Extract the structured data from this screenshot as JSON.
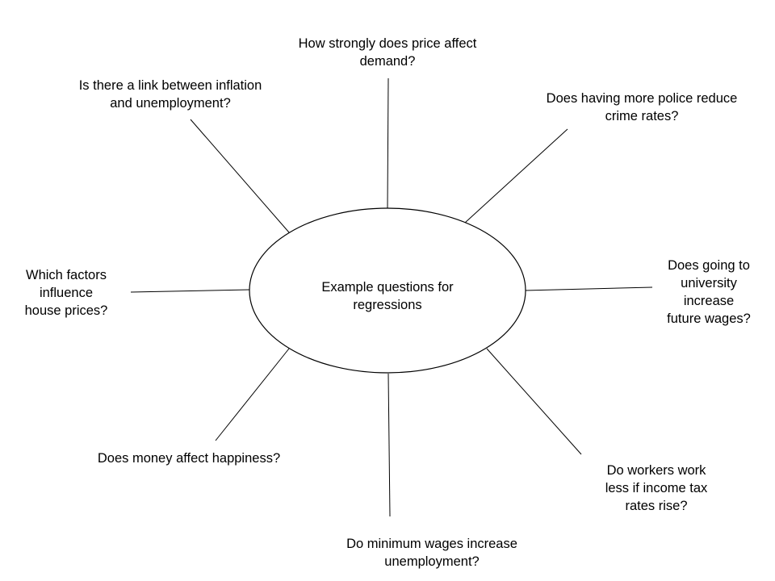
{
  "center": {
    "label": "Example questions for\nregressions"
  },
  "questions": [
    "How strongly does price affect\ndemand?",
    "Does having more police reduce\ncrime rates?",
    "Does going to\nuniversity\nincrease\nfuture wages?",
    "Do workers work\nless if income tax\nrates rise?",
    "Do minimum wages increase\nunemployment?",
    "Does money affect happiness?",
    "Which factors\ninfluence\nhouse prices?",
    "Is there a link between inflation\nand unemployment?"
  ],
  "colors": {
    "line": "#000000",
    "text": "#000000",
    "background": "#ffffff"
  }
}
